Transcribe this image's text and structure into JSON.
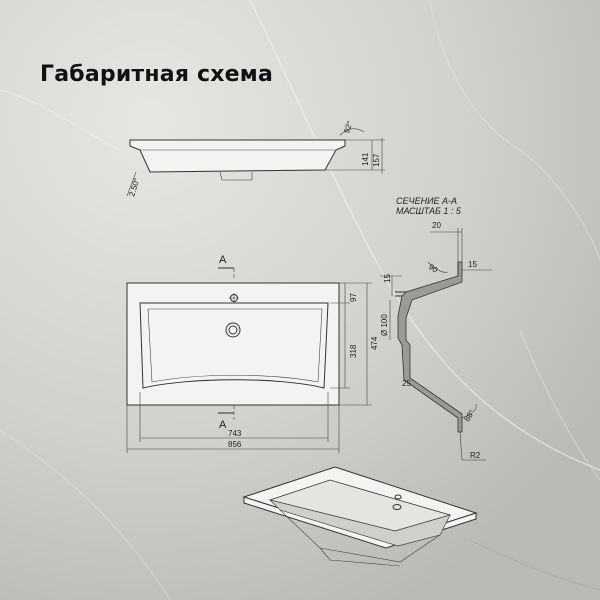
{
  "title": "Габаритная схема",
  "section": {
    "line1": "СЕЧЕНИЕ А-А",
    "line2": "МАСШТАБ 1 : 5"
  },
  "side_view": {
    "angle": "92°",
    "dim_inner": "141",
    "dim_total": "157",
    "drain_angle": "2.50°"
  },
  "top_view": {
    "cut_label_top": "A",
    "cut_label_bottom": "A",
    "dim_97": "97",
    "dim_318": "318",
    "dim_474": "474",
    "dim_743": "743",
    "dim_856": "856"
  },
  "section_dims": {
    "d20": "20",
    "d15_top": "15",
    "angle90": "90",
    "d15_left": "15",
    "d100": "Ø 100",
    "d25": "25",
    "angle88": "88°",
    "r2": "R2"
  },
  "colors": {
    "background": "#d2d2cf",
    "line": "#333333"
  }
}
